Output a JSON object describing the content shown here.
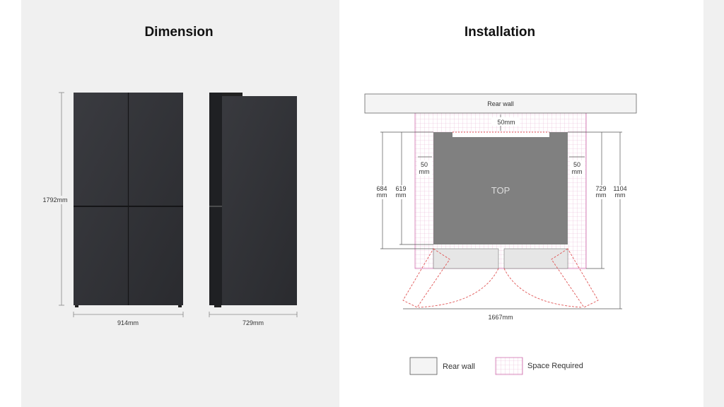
{
  "dimension": {
    "title": "Dimension",
    "height_label": "1792mm",
    "width_label": "914mm",
    "depth_label": "729mm"
  },
  "installation": {
    "title": "Installation",
    "rear_wall": "Rear wall",
    "top_gap": "50mm",
    "side_gap_value": "50",
    "side_gap_unit": "mm",
    "top_label": "TOP",
    "left_dims": [
      {
        "value": "684",
        "unit": "mm"
      },
      {
        "value": "619",
        "unit": "mm"
      }
    ],
    "right_dims": [
      {
        "value": "729",
        "unit": "mm"
      },
      {
        "value": "1104",
        "unit": "mm"
      }
    ],
    "total_width": "1667mm"
  },
  "legend": {
    "rear_wall": "Rear wall",
    "space_required": "Space Required"
  },
  "colors": {
    "fridge": "#2e2f33",
    "pink": "#e4a0c8",
    "dashed": "#e05555"
  }
}
